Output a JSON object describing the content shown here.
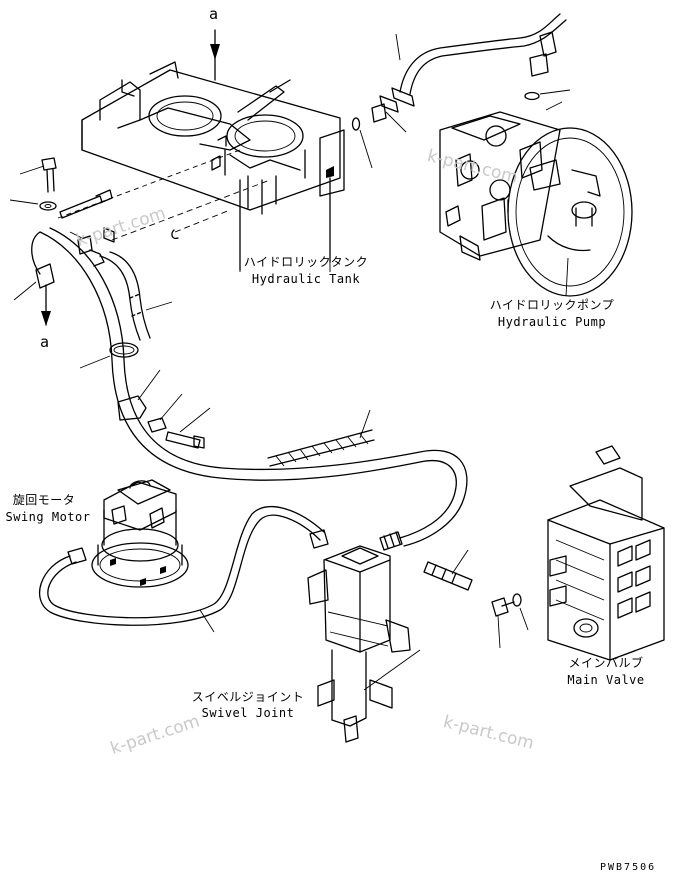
{
  "labels": {
    "hydraulic_tank_jp": "ハイドロリックタンク",
    "hydraulic_tank_en": "Hydraulic Tank",
    "hydraulic_pump_jp": "ハイドロリックポンプ",
    "hydraulic_pump_en": "Hydraulic Pump",
    "swing_motor_jp": "旋回モータ",
    "swing_motor_en": "Swing Motor",
    "swivel_joint_jp": "スイベルジョイント",
    "swivel_joint_en": "Swivel Joint",
    "main_valve_jp": "メインバルブ",
    "main_valve_en": "Main Valve"
  },
  "refs": {
    "top": "a",
    "bottom": "a"
  },
  "watermark": "k-part.com",
  "drawing_code": "PWB7506"
}
